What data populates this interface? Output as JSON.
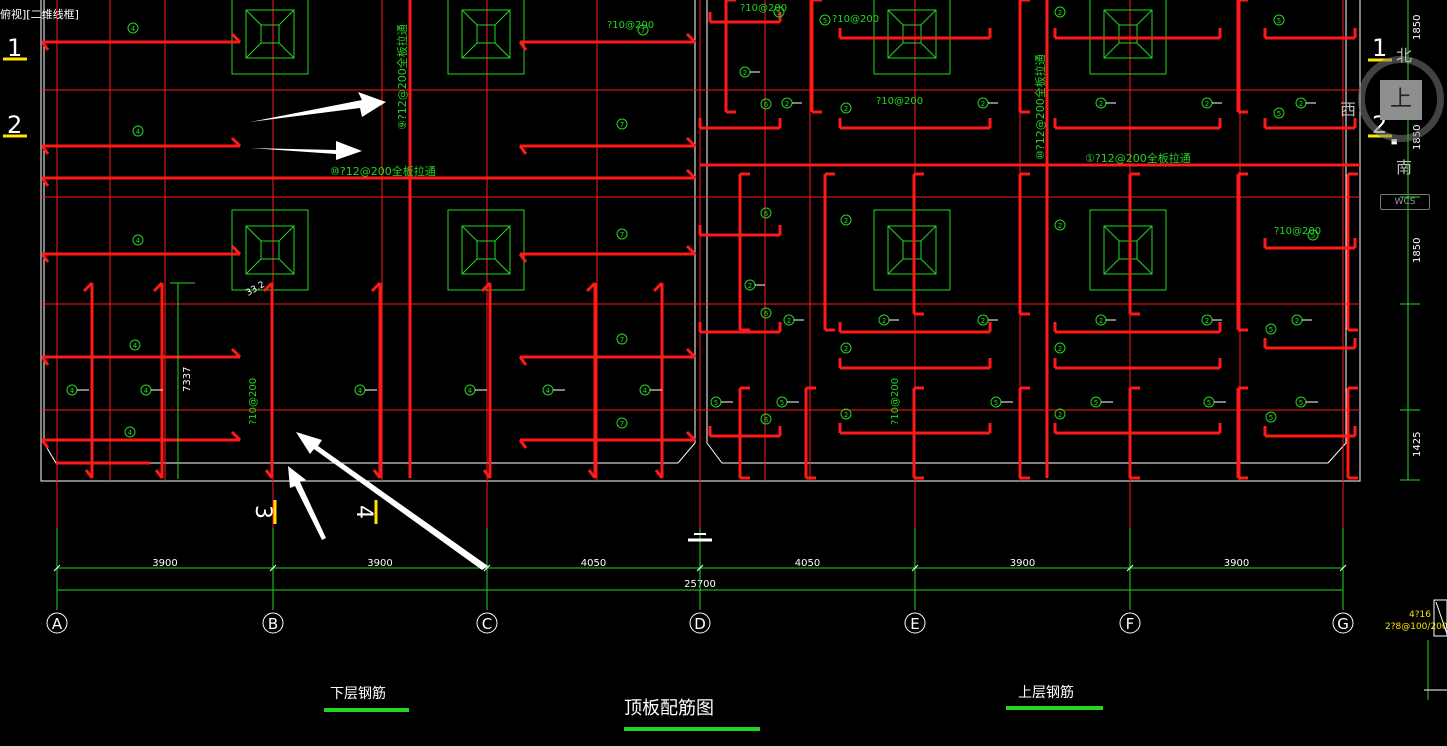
{
  "viewport": {
    "label": "俯视][二维线框]"
  },
  "viewcube": {
    "north": "北",
    "south": "南",
    "west": "西",
    "top": "上",
    "wcs": "WCS"
  },
  "axes": {
    "letters": [
      "A",
      "B",
      "C",
      "D",
      "E",
      "F",
      "G"
    ],
    "spans": [
      "3900",
      "3900",
      "4050",
      "4050",
      "3900",
      "3900"
    ],
    "total": "25700"
  },
  "right_dims": [
    "1850",
    "1850",
    "1850",
    "1425"
  ],
  "left_dim": "7337",
  "section_markers": {
    "row_left": [
      {
        "label": "1"
      },
      {
        "label": "2"
      }
    ],
    "row_right": [
      {
        "label": "1"
      },
      {
        "label": "2"
      }
    ],
    "col": [
      {
        "label": "3"
      },
      {
        "label": "4"
      }
    ]
  },
  "rebar_notes": {
    "vertical_a": "⑨?12@200全板拉通",
    "horizontal_a": "⑩?12@200全板拉通",
    "small_1": "?10@200",
    "small_2": "?10@200",
    "small_3": "?10@200",
    "small_4": "?10@200",
    "vertical_b": "⑩?12@200全板拉通",
    "horizontal_b": "①?12@200全板拉通",
    "small_5": "?10@200",
    "small_6": "?10@200",
    "dim_small": "33.2"
  },
  "legend": {
    "lower": "下层钢筋",
    "title": "顶板配筋图",
    "upper": "上层钢筋"
  },
  "right_edge": {
    "text1": "4?16",
    "text2": "2?8@100/200"
  },
  "colors": {
    "red": "#ff1a1a",
    "green": "#22d622",
    "white": "#ffffff",
    "yellow": "#ffe400",
    "bg": "#000000"
  }
}
